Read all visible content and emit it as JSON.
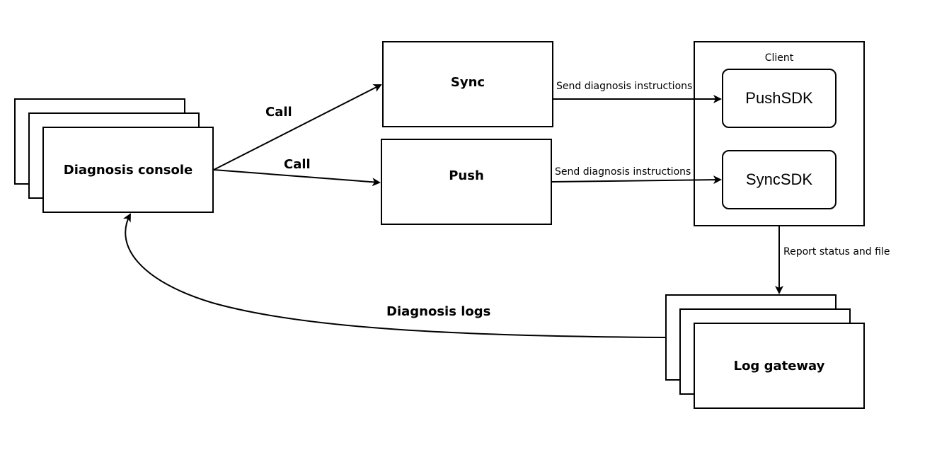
{
  "diagram": {
    "nodes": {
      "diagnosis_console": "Diagnosis console",
      "sync": "Sync",
      "push": "Push",
      "client": "Client",
      "push_sdk": "PushSDK",
      "sync_sdk": "SyncSDK",
      "log_gateway": "Log gateway"
    },
    "edges": {
      "call_sync": "Call",
      "call_push": "Call",
      "sync_to_client": "Send diagnosis instructions",
      "push_to_client": "Send diagnosis instructions",
      "client_to_gateway": "Report status and file",
      "gateway_to_console": "Diagnosis logs"
    }
  }
}
